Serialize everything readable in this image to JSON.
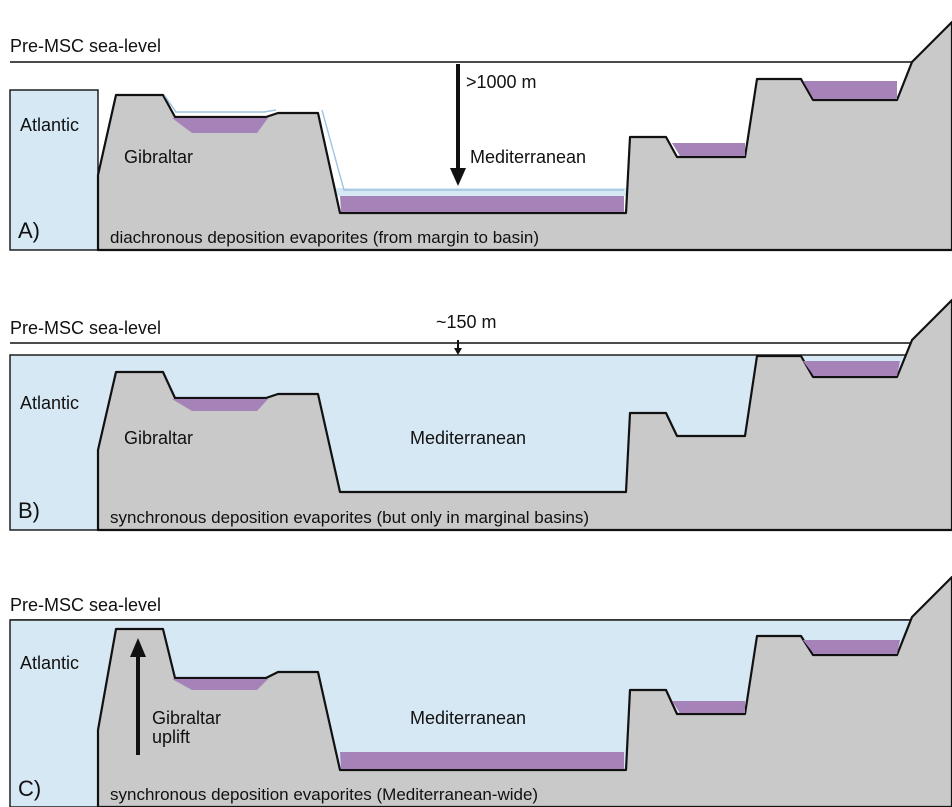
{
  "colors": {
    "water": "#d7e8f5",
    "rock": "#c9c9c9",
    "evaporite": "#a582b8",
    "outline": "#111111"
  },
  "sea_level_label": "Pre-MSC sea-level",
  "panels": [
    {
      "letter": "A)",
      "atlantic": "Atlantic",
      "gibraltar": "Gibraltar",
      "mediterranean": "Mediterranean",
      "drawdown": ">1000 m",
      "caption": "diachronous deposition evaporites (from margin to basin)"
    },
    {
      "letter": "B)",
      "atlantic": "Atlantic",
      "gibraltar": "Gibraltar",
      "mediterranean": "Mediterranean",
      "drawdown": "~150 m",
      "caption": "synchronous deposition evaporites (but only in marginal basins)"
    },
    {
      "letter": "C)",
      "atlantic": "Atlantic",
      "gibraltar": "Gibraltar",
      "gibraltar_line2": "uplift",
      "mediterranean": "Mediterranean",
      "caption": "synchronous deposition evaporites (Mediterranean-wide)"
    }
  ]
}
